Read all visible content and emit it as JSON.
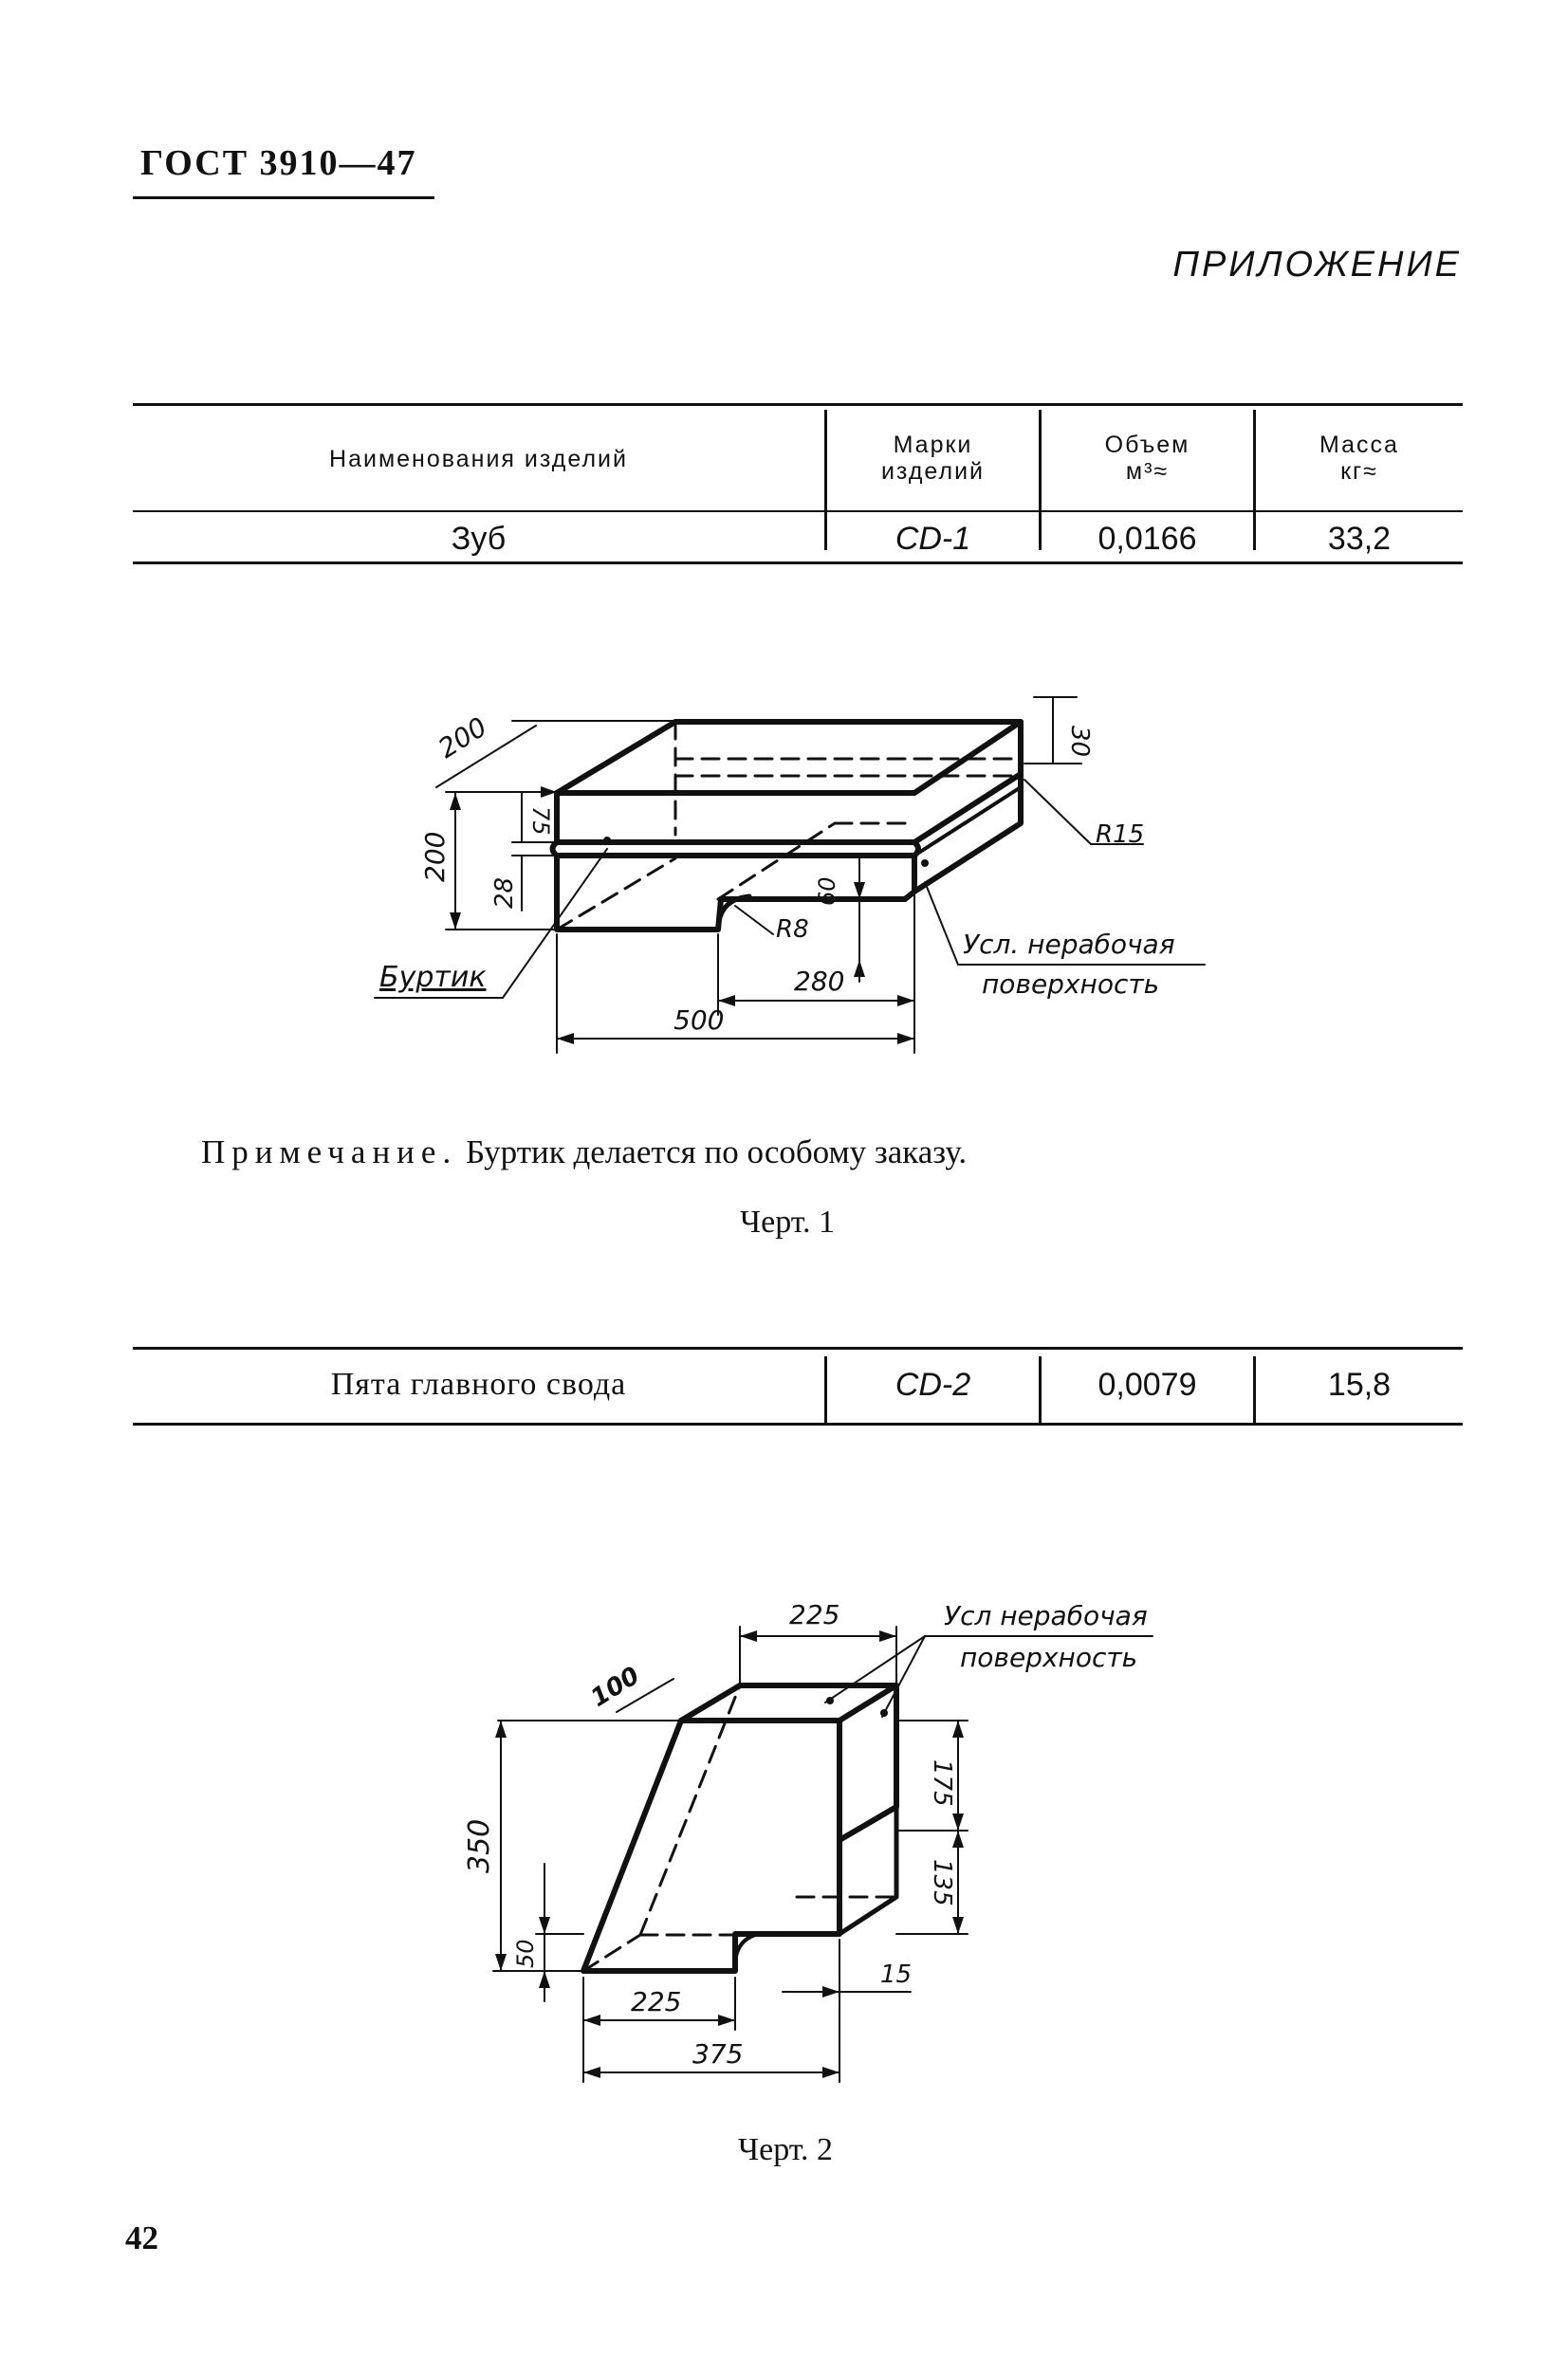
{
  "header": {
    "doc_id": "ГОСТ 3910—47",
    "appendix": "ПРИЛОЖЕНИЕ"
  },
  "table": {
    "columns": [
      {
        "line1": "Наименования изделий",
        "line2": ""
      },
      {
        "line1": "Марки",
        "line2": "изделий"
      },
      {
        "line1": "Объем",
        "line2": "м³≈"
      },
      {
        "line1": "Масса",
        "line2": "кг≈"
      }
    ],
    "rows": [
      {
        "name": "Зуб",
        "mark": "CD-1",
        "volume": "0,0166",
        "mass": "33,2"
      },
      {
        "name": "Пята главного свода",
        "mark": "CD-2",
        "volume": "0,0079",
        "mass": "15,8"
      }
    ]
  },
  "figure1": {
    "dims": {
      "d200_top": "200",
      "d30": "30",
      "d75": "75",
      "d200_left": "200",
      "d28": "28",
      "r15": "R15",
      "r8": "R8",
      "d60": "60",
      "d280": "280",
      "d500": "500"
    },
    "labels": {
      "burtik": "Буртик",
      "surface_line1": "Усл. нерабочая",
      "surface_line2": "поверхность"
    },
    "caption": "Черт. 1"
  },
  "note": {
    "label": "Примечание.",
    "text": " Буртик делается по особому заказу."
  },
  "figure2": {
    "dims": {
      "d225_top": "225",
      "d100": "100",
      "d350": "350",
      "d175": "175",
      "d135": "135",
      "d50": "50",
      "d15": "15",
      "d225_bottom": "225",
      "d375": "375"
    },
    "labels": {
      "surface_line1": "Усл нерабочая",
      "surface_line2": "поверхность"
    },
    "caption": "Черт. 2"
  },
  "page_number": "42"
}
